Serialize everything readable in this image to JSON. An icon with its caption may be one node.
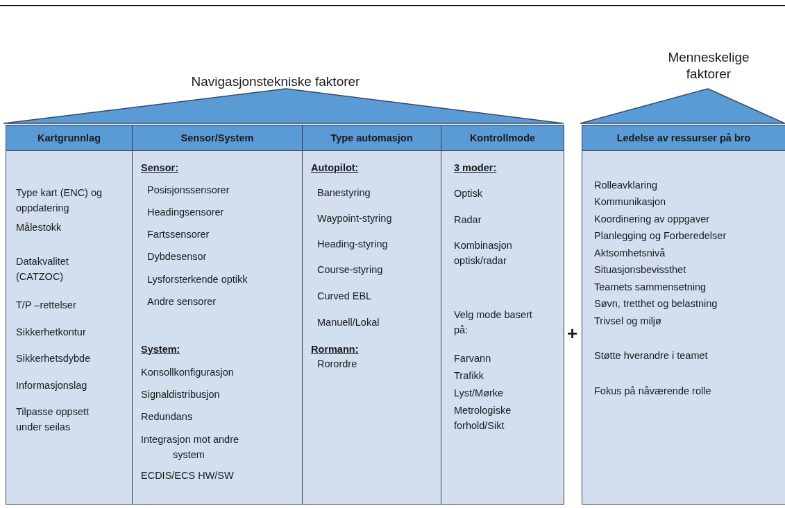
{
  "diagram": {
    "nodes": [
      {
        "text": [
          "Navigasjonstekniske faktorer"
        ]
      },
      {
        "text": [
          "Kartgrunnlag",
          "Type kart (ENC) og oppdatering",
          "Målestokk",
          "Datakvalitet (CATZOC)",
          "T/P –rettelser",
          "Sikkerhetkontur",
          "Sikkerhetsdybde",
          "Informasjonslag",
          "Tilpasse oppsett under seilas"
        ]
      },
      {
        "text": [
          "Sensor/System",
          "Sensor:",
          "Posisjonssensorer",
          "Headingsensorer",
          "Fartssensorer",
          "Dybdesensor",
          "Lysforsterkende optikk",
          "Andre sensorer",
          "System:",
          "Konsollkonfigurasjon",
          "Signaldistribusjon",
          "Redundans",
          "Integrasjon mot andre system",
          "ECDIS/ECS HW/SW"
        ]
      },
      {
        "text": [
          "Type automasjon",
          "Autopilot:",
          "Banestyring",
          "Waypoint-styring",
          "Heading-styring",
          "Course-styring",
          "Curved EBL",
          "Manuell/Lokal",
          "Rormann:",
          "Rorordre"
        ]
      },
      {
        "text": [
          "Kontrollmode",
          "3 moder:",
          "Optisk",
          "Radar",
          "Kombinasjon optisk/radar",
          "Velg mode basert på:",
          "Farvann",
          "Trafikk",
          "Lyst/Mørke",
          "Metrologiske forhold/Sikt"
        ]
      },
      {
        "text": [
          "Menneskelige faktorer"
        ]
      },
      {
        "text": [
          "Ledelse av ressurser på bro",
          "Rolleavklaring",
          "Kommunikasjon",
          "Koordinering av oppgaver",
          "Planlegging og Forberedelser",
          "Aktsomhetsnivå",
          "Situasjonsbevissthet",
          "Teamets sammensetning",
          "Søvn, tretthet og belastning",
          "Trivsel og miljø",
          "Støtte hverandre i teamet",
          "Fokus på nåværende rolle"
        ]
      }
    ],
    "labels": [
      "+"
    ]
  }
}
